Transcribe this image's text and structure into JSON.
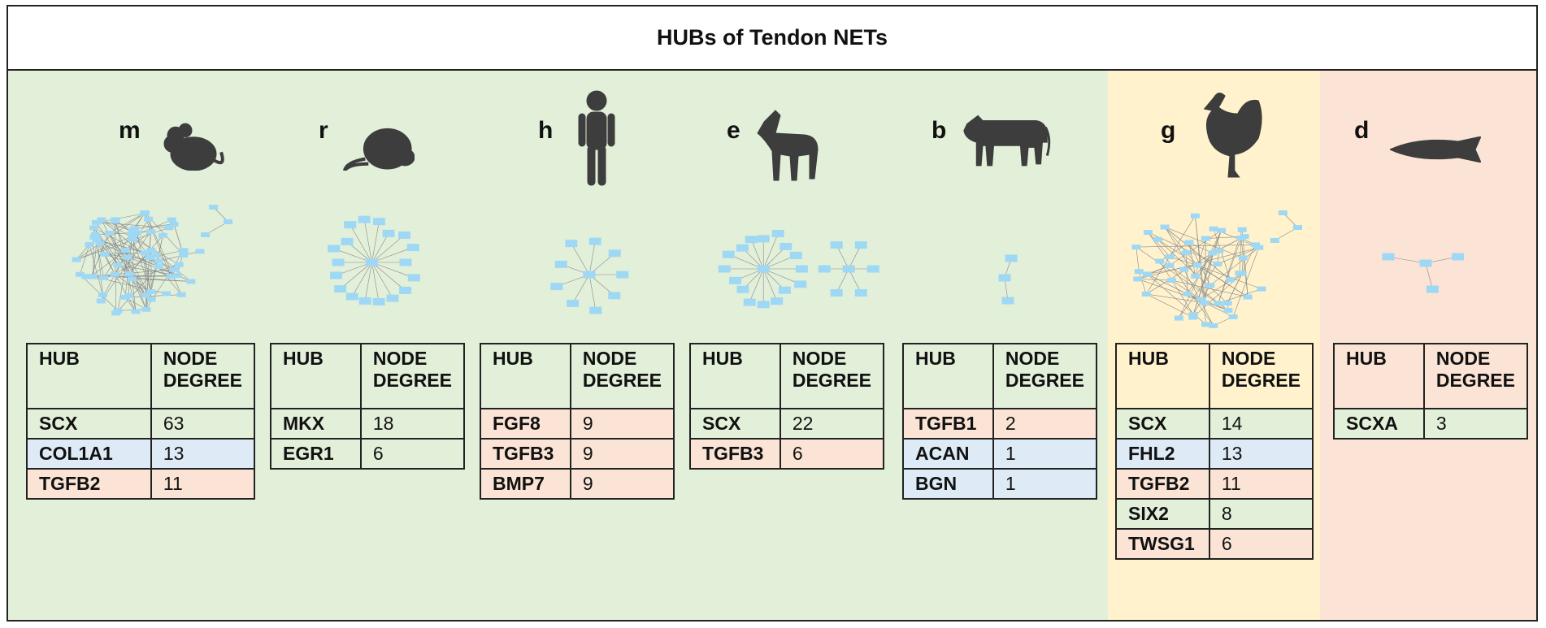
{
  "title": "HUBs of Tendon NETs",
  "colors": {
    "green": "#e2efd9",
    "yellow": "#fff2cc",
    "salmon": "#fbe4d5",
    "blue": "#deebf7",
    "node": "#9fd8f5",
    "edge": "#8a8a8a",
    "silhouette": "#3d3d3d"
  },
  "header": {
    "hub": "HUB",
    "degree_line1": "NODE",
    "degree_line2": "DEGREE"
  },
  "species": [
    {
      "label": "m",
      "animal": "mouse-icon",
      "rows": [
        {
          "hub": "SCX",
          "degree": "63",
          "color": "green"
        },
        {
          "hub": "COL1A1",
          "degree": "13",
          "color": "blue"
        },
        {
          "hub": "TGFB2",
          "degree": "11",
          "color": "salmon"
        }
      ]
    },
    {
      "label": "r",
      "animal": "rat-icon",
      "rows": [
        {
          "hub": "MKX",
          "degree": "18",
          "color": "green"
        },
        {
          "hub": "EGR1",
          "degree": "6",
          "color": "green"
        }
      ]
    },
    {
      "label": "h",
      "animal": "human-icon",
      "rows": [
        {
          "hub": "FGF8",
          "degree": "9",
          "color": "salmon"
        },
        {
          "hub": "TGFB3",
          "degree": "9",
          "color": "salmon"
        },
        {
          "hub": "BMP7",
          "degree": "9",
          "color": "salmon"
        }
      ]
    },
    {
      "label": "e",
      "animal": "horse-icon",
      "rows": [
        {
          "hub": "SCX",
          "degree": "22",
          "color": "green"
        },
        {
          "hub": "TGFB3",
          "degree": "6",
          "color": "salmon"
        }
      ]
    },
    {
      "label": "b",
      "animal": "cow-icon",
      "rows": [
        {
          "hub": "TGFB1",
          "degree": "2",
          "color": "salmon"
        },
        {
          "hub": "ACAN",
          "degree": "1",
          "color": "blue"
        },
        {
          "hub": "BGN",
          "degree": "1",
          "color": "blue"
        }
      ]
    },
    {
      "label": "g",
      "animal": "chicken-icon",
      "rows": [
        {
          "hub": "SCX",
          "degree": "14",
          "color": "green"
        },
        {
          "hub": "FHL2",
          "degree": "13",
          "color": "blue"
        },
        {
          "hub": "TGFB2",
          "degree": "11",
          "color": "salmon"
        },
        {
          "hub": "SIX2",
          "degree": "8",
          "color": "green"
        },
        {
          "hub": "TWSG1",
          "degree": "6",
          "color": "salmon"
        }
      ]
    },
    {
      "label": "d",
      "animal": "fish-icon",
      "rows": [
        {
          "hub": "SCXA",
          "degree": "3",
          "color": "green"
        }
      ]
    }
  ]
}
